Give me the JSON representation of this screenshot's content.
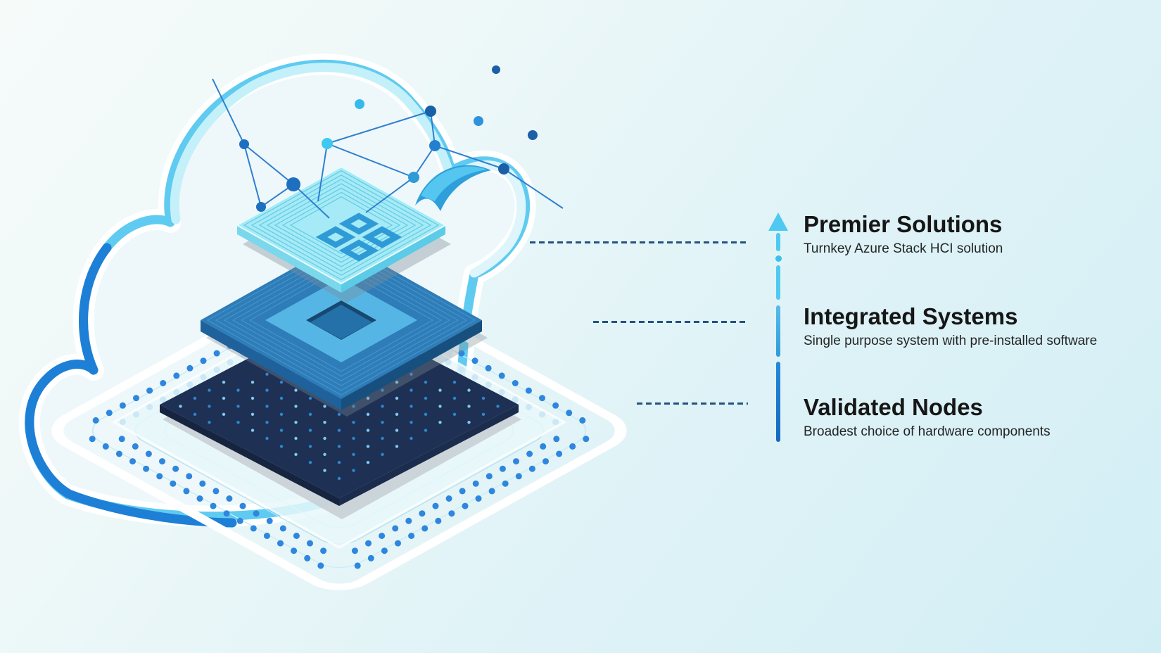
{
  "diagram": {
    "kind": "isometric-layer-stack-infographic",
    "subject": "Azure Stack HCI solution tiers",
    "tiers": [
      {
        "title": "Premier Solutions",
        "description": "Turnkey Azure Stack HCI solution",
        "layer_color": "#a5eaf6"
      },
      {
        "title": "Integrated Systems",
        "description": "Single purpose system with pre-installed software",
        "layer_color": "#2e7cb8"
      },
      {
        "title": "Validated Nodes",
        "description": "Broadest choice of hardware components",
        "layer_color": "#1e3054"
      }
    ],
    "arrow": {
      "direction": "up",
      "color_top": "#4fc9f1",
      "color_middle": "#2f9adc",
      "color_bottom": "#1568be"
    },
    "colors": {
      "background_start": "#f6fbfa",
      "background_end": "#d2eef5",
      "leader_line": "#23527e",
      "heading_text": "#161616",
      "body_text": "#242424",
      "cloud_stroke_light": "#c4f0fa",
      "cloud_stroke_dark": "#1e7fd6",
      "network_node": "#2f7fd0",
      "circuit_dot": "#2e86de"
    }
  }
}
